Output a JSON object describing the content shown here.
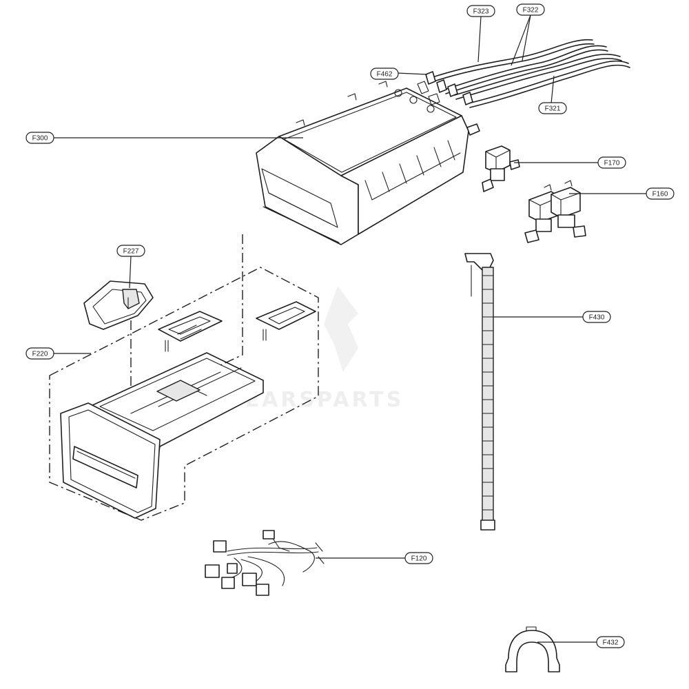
{
  "watermark": "SEARSPARTS",
  "parts": {
    "F323": "F323",
    "F322": "F322",
    "F462": "F462",
    "F321": "F321",
    "F300": "F300",
    "F170": "F170",
    "F160": "F160",
    "F227": "F227",
    "F220": "F220",
    "F430": "F430",
    "F120": "F120",
    "F432": "F432"
  }
}
